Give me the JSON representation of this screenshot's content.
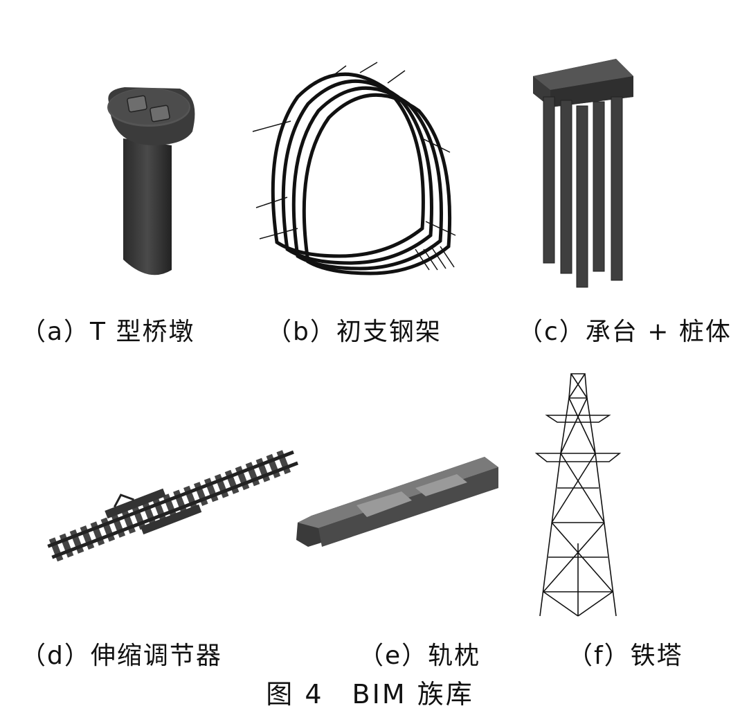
{
  "figure": {
    "title": "图 4　BIM 族库",
    "panels": [
      {
        "id": "a",
        "caption": "（a）T 型桥墩",
        "icon": "t-pier-icon"
      },
      {
        "id": "b",
        "caption": "（b）初支钢架",
        "icon": "steel-arch-icon"
      },
      {
        "id": "c",
        "caption": "（c）承台 + 桩体",
        "icon": "pile-cap-icon"
      },
      {
        "id": "d",
        "caption": "（d）伸缩调节器",
        "icon": "expansion-joint-icon"
      },
      {
        "id": "e",
        "caption": "（e）轨枕",
        "icon": "sleeper-icon"
      },
      {
        "id": "f",
        "caption": "（f）铁塔",
        "icon": "iron-tower-icon"
      }
    ]
  }
}
